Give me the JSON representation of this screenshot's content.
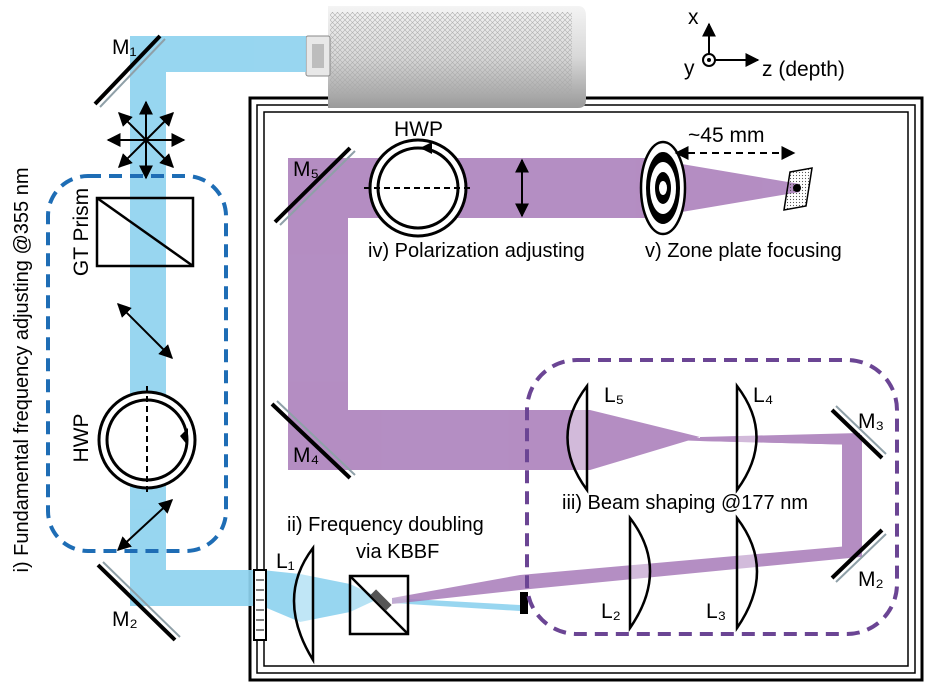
{
  "axes": {
    "x": "x",
    "y": "y",
    "z": "z (depth)"
  },
  "labels": {
    "m1": "M₁",
    "m2": "M₂",
    "m2b": "M₂",
    "m3": "M₃",
    "m4": "M₄",
    "m5": "M₅",
    "l1": "L₁",
    "l2": "L₂",
    "l3": "L₃",
    "l4": "L₄",
    "l5": "L₅",
    "hwp_left": "HWP",
    "hwp_top": "HWP",
    "gt_prism": "GT Prism",
    "distance": "~45 mm"
  },
  "sections": {
    "fundamental": "i) Fundamental frequency adjusting @355 nm",
    "doubling_1": "ii) Frequency doubling",
    "doubling_2": "via KBBF",
    "shaping": "iii) Beam shaping @177 nm",
    "polarization": "iv) Polarization adjusting",
    "focusing": "v) Zone plate focusing"
  },
  "colors": {
    "uv_beam": "#8fd3ef",
    "vuv_beam": "#a77ab8",
    "blue_box": "#1e6db5",
    "purple_box": "#6b4594"
  }
}
